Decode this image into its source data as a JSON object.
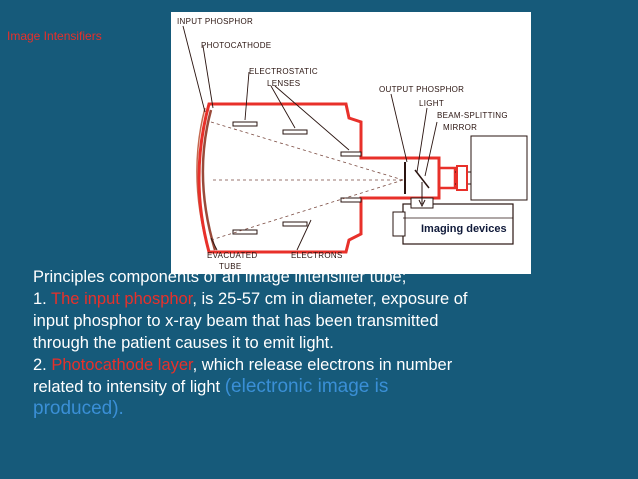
{
  "slide": {
    "title": "Image Intensifiers"
  },
  "diagram": {
    "labels": {
      "input_phosphor": "INPUT PHOSPHOR",
      "photocathode": "PHOTOCATHODE",
      "electrostatic": "ELECTROSTATIC",
      "lenses": "LENSES",
      "output_phosphor": "OUTPUT PHOSPHOR",
      "light": "LIGHT",
      "beam_splitting": "BEAM-SPLITTING",
      "mirror": "MIRROR",
      "evacuated": "EVACUATED",
      "tube": "TUBE",
      "electrons": "ELECTRONS",
      "imaging_devices": "Imaging devices"
    },
    "colors": {
      "tube_outline": "#e8302a",
      "lines": "#2a1410"
    }
  },
  "content": {
    "heading": "Principles components of an image intensifier tube;",
    "item1_number": "1. ",
    "item1_highlight": "The input phosphor",
    "item1_line1_rest": ", is 25-57 cm in diameter, exposure of",
    "item1_line2": "input phosphor to x-ray beam that has been transmitted",
    "item1_line3": "through the patient causes it to emit light.",
    "item2_number": "2. ",
    "item2_highlight": "Photocathode layer",
    "item2_line1_rest": ", which release electrons in number",
    "item2_line2": "related to intensity of light ",
    "item2_blue_part1": "(electronic image is",
    "item2_blue_part2": "produced)."
  }
}
